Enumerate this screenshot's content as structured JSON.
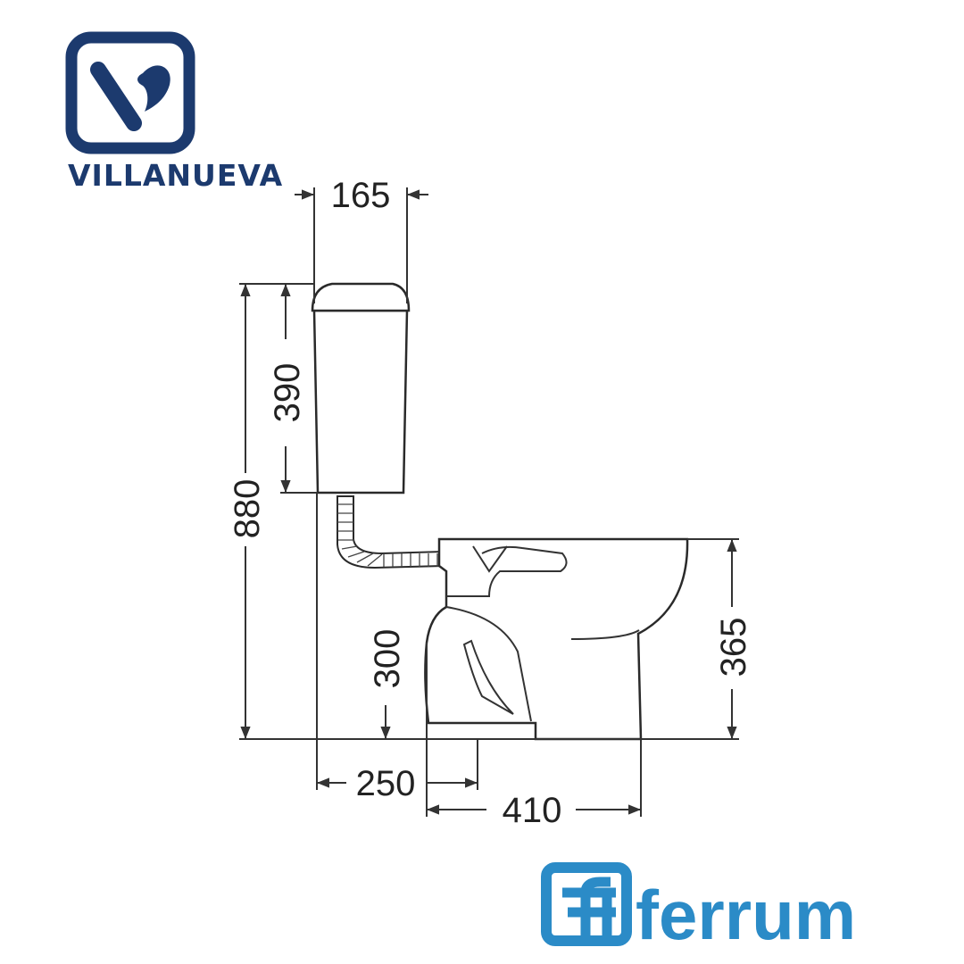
{
  "logos": {
    "top_left": {
      "text": "VILLANUEVA",
      "color": "#1c3a6e"
    },
    "bottom_right": {
      "text": "ferrum",
      "color": "#2b8bc7"
    }
  },
  "dimensions": {
    "tank_depth": "165",
    "total_height": "880",
    "tank_height": "390",
    "outlet_height": "300",
    "bowl_height": "365",
    "wall_to_outlet": "250",
    "bowl_length": "410"
  }
}
